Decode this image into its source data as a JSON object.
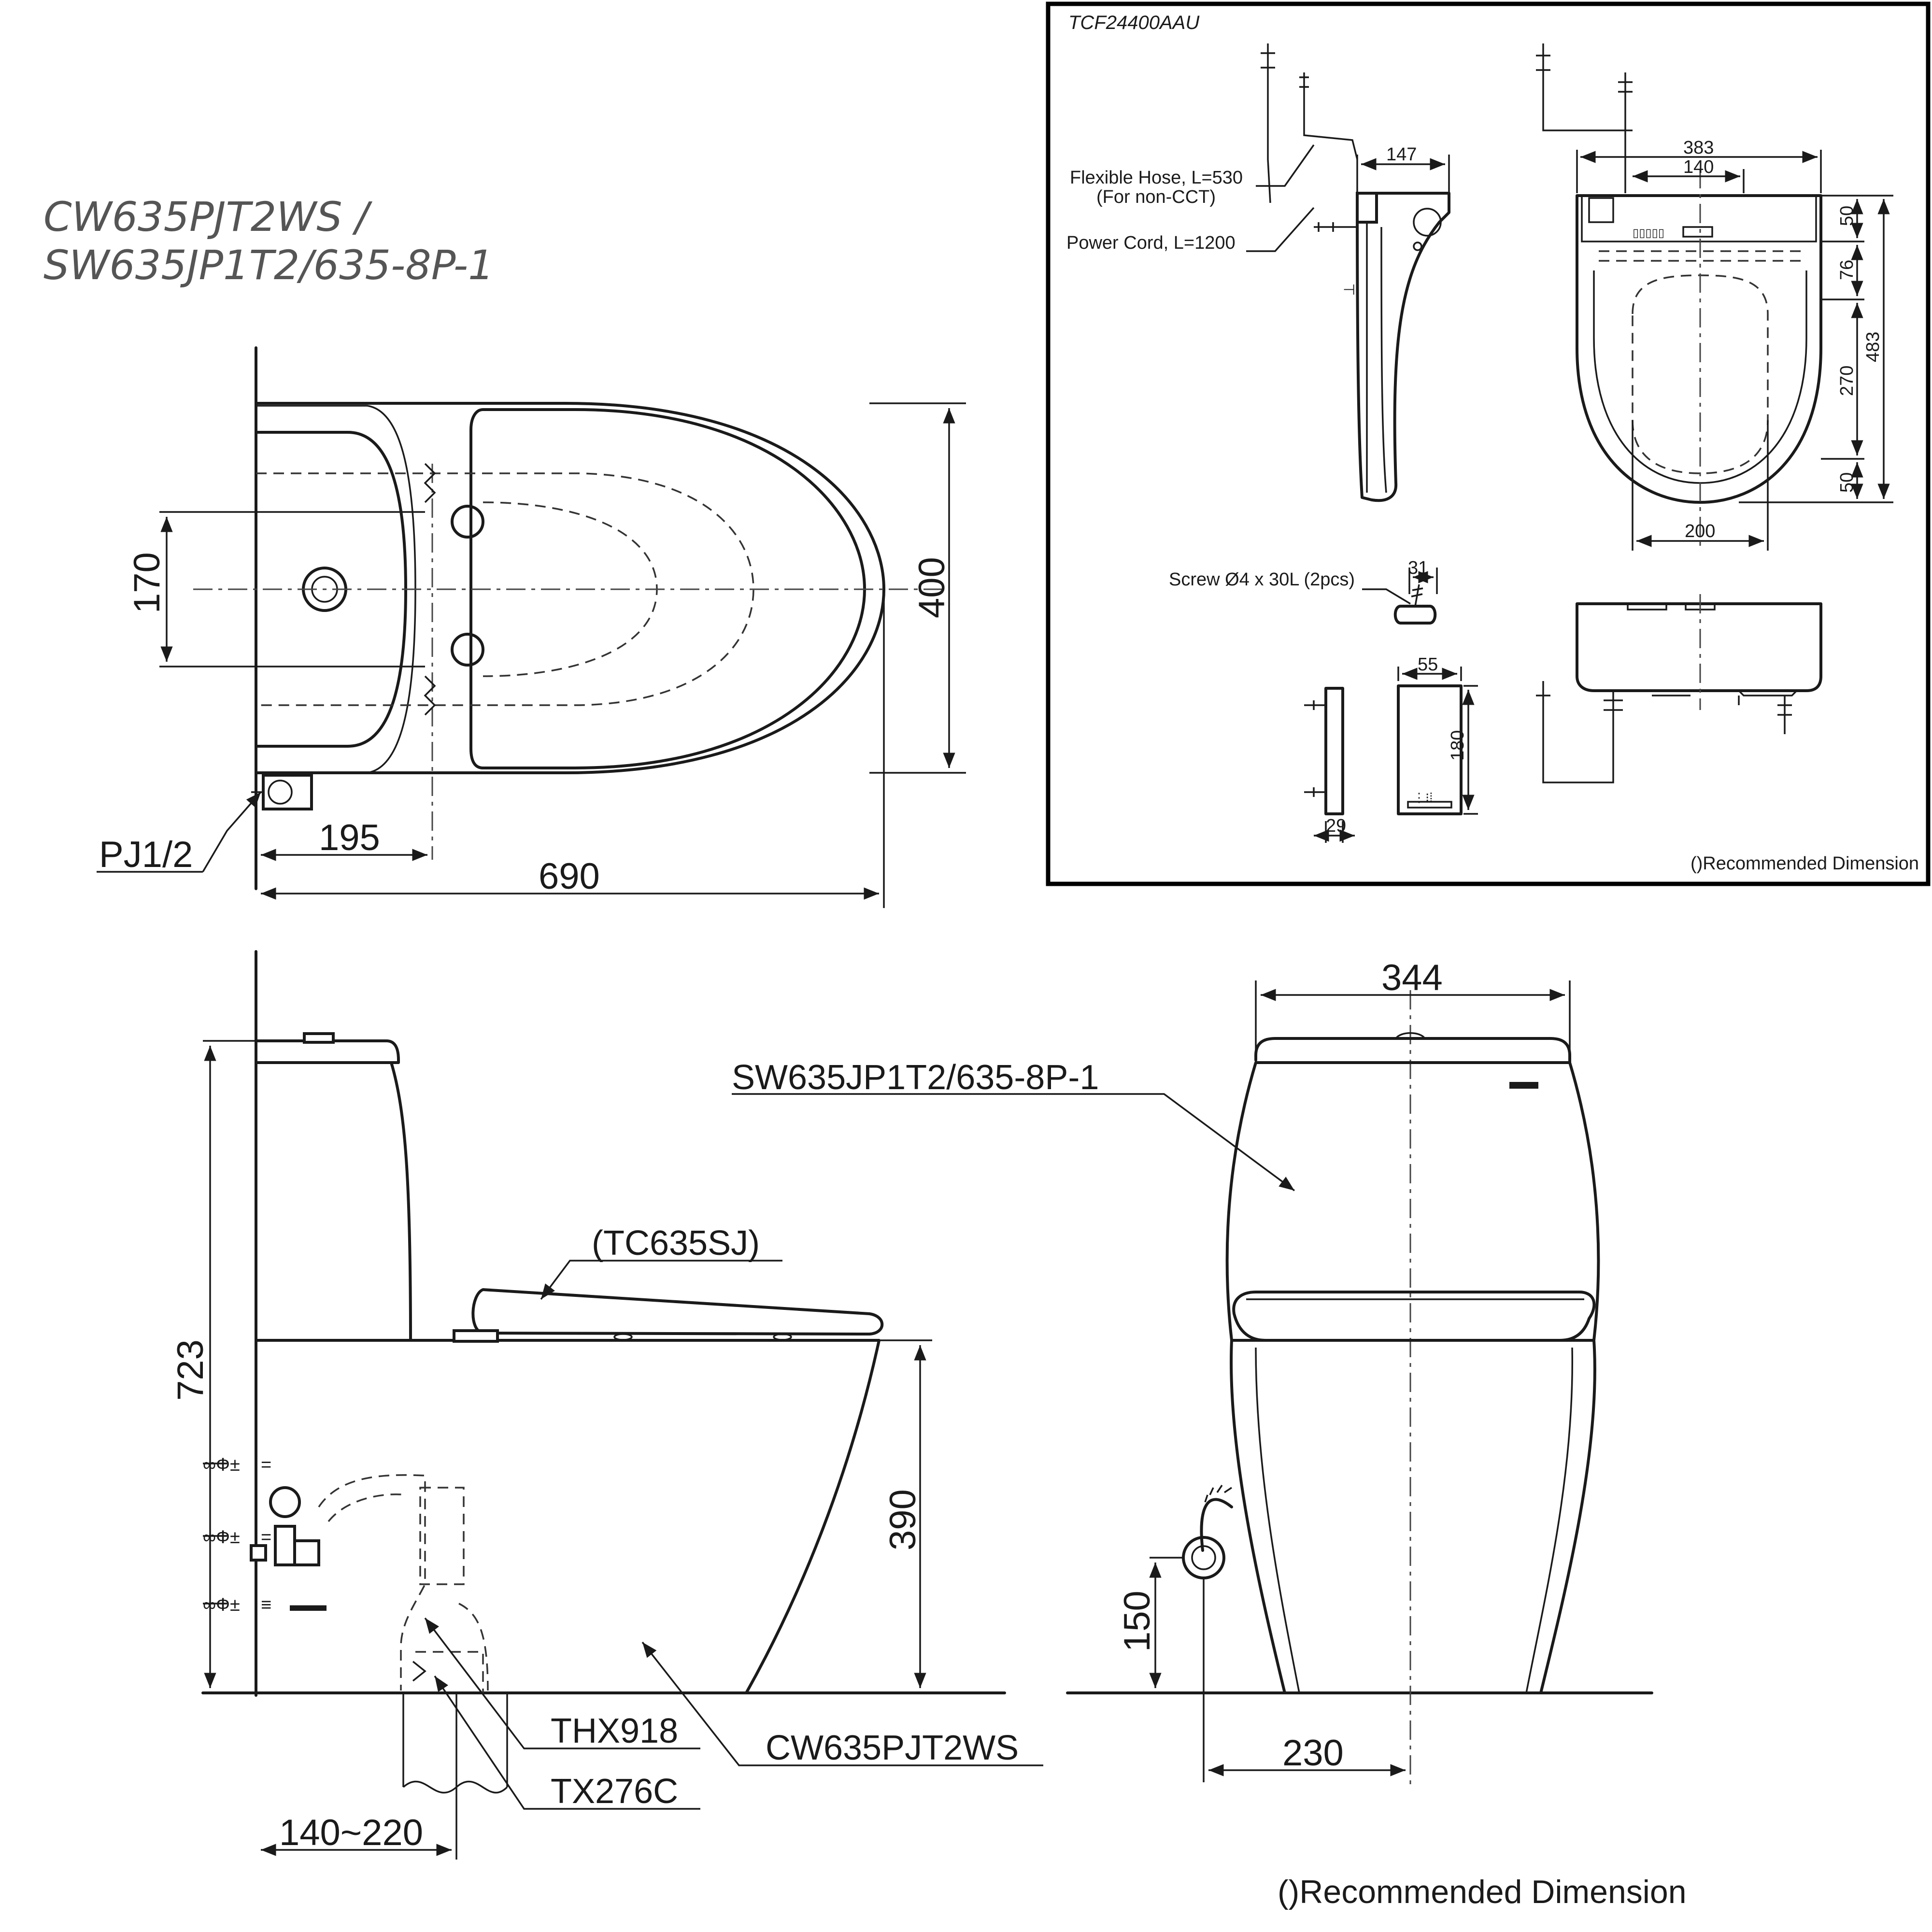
{
  "title_lines": [
    "CW635PJT2WS /",
    "SW635JP1T2/635-8P-1"
  ],
  "top_view": {
    "dim_width": "170",
    "dim_depth": "400",
    "dim_supply": "195",
    "dim_length": "690",
    "supply_label": "PJ1/2"
  },
  "side_view": {
    "dim_height": "723",
    "dim_seat": "390",
    "dim_rough": "140~220",
    "seat_label": "(TC635SJ)",
    "label_thx": "THX918",
    "label_tx": "TX276C",
    "label_bowl": "CW635PJT2WS"
  },
  "front_view": {
    "dim_width": "344",
    "dim_supply_height": "150",
    "dim_supply_offset": "230",
    "tank_label": "SW635JP1T2/635-8P-1"
  },
  "footer_note": "()Recommended Dimension",
  "inset": {
    "title": "TCF24400AAU",
    "hose_label_1": "Flexible Hose, L=530",
    "hose_label_2": "(For non-CCT)",
    "cord_label": "Power Cord, L=1200",
    "dim_147": "147",
    "dim_383": "383",
    "dim_140": "140",
    "dim_50a": "50",
    "dim_76": "76",
    "dim_270": "270",
    "dim_50b": "50",
    "dim_483": "483",
    "dim_200": "200",
    "screw_label": "Screw Ø4 x 30L (2pcs)",
    "dim_31": "31",
    "dim_55": "55",
    "dim_180": "180",
    "dim_29": "29",
    "note": "()Recommended Dimension"
  }
}
